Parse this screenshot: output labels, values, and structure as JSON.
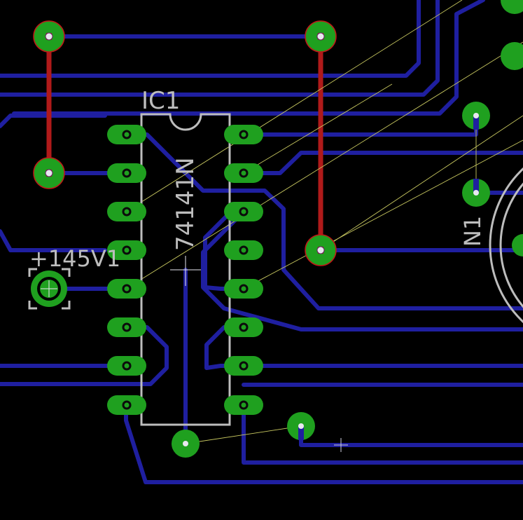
{
  "colors": {
    "background": "#000000",
    "bottom_trace": "#1f1fa0",
    "top_trace": "#b01a1a",
    "pad": "#1fa01f",
    "via_ring": "#c01818",
    "silkscreen": "#bdbdbd",
    "airwire": "#c8c860",
    "drill": "#e8e8f0"
  },
  "labels": {
    "ic_name": "IC1",
    "ic_value": "74141N",
    "connector_name": "+145V1",
    "tube_name": "N1"
  },
  "icons": {
    "origin": "origin-cross-icon",
    "cursor": "crosshair-cursor-icon"
  }
}
